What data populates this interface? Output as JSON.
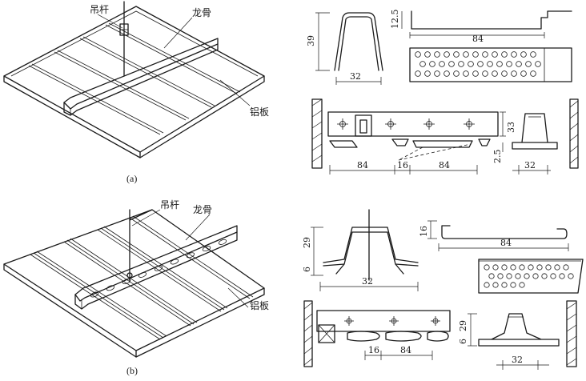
{
  "figure_a": {
    "caption": "(a)",
    "labels": {
      "hanger": "吊杆",
      "keel": "龙骨",
      "panel": "铝板"
    },
    "dims": {
      "channel_height": "39",
      "channel_width": "32",
      "panel_lip_height": "12.5",
      "panel_width": "84",
      "keel_height": "33",
      "keel_offset": "2.5",
      "keel_pitch_a": "84",
      "keel_gap": "16",
      "keel_pitch_b": "84",
      "keel_base_width": "32"
    }
  },
  "figure_b": {
    "caption": "(b)",
    "labels": {
      "hanger": "吊杆",
      "keel": "龙骨",
      "panel": "铝板"
    },
    "dims": {
      "channel_height": "29",
      "channel_flange": "6",
      "channel_width": "32",
      "panel_lip_height": "16",
      "panel_width": "84",
      "keel_height": "29",
      "keel_flange": "6",
      "keel_gap": "16",
      "keel_pitch": "84",
      "keel_base_width": "32"
    }
  }
}
